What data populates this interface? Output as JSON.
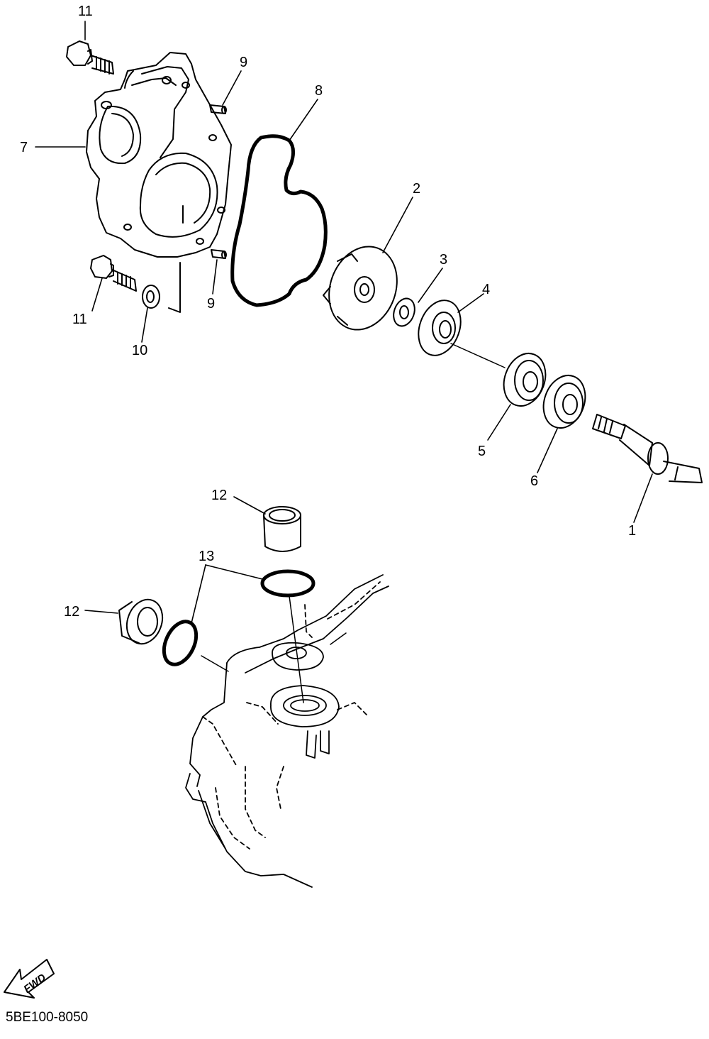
{
  "callouts": {
    "c1": "1",
    "c2": "2",
    "c3": "3",
    "c4": "4",
    "c5": "5",
    "c6": "6",
    "c7": "7",
    "c8": "8",
    "c9a": "9",
    "c9b": "9",
    "c10": "10",
    "c11a": "11",
    "c11b": "11",
    "c12a": "12",
    "c12b": "12",
    "c13": "13"
  },
  "fwd_badge": "FWD",
  "diagram_code": "5BE100-8050"
}
